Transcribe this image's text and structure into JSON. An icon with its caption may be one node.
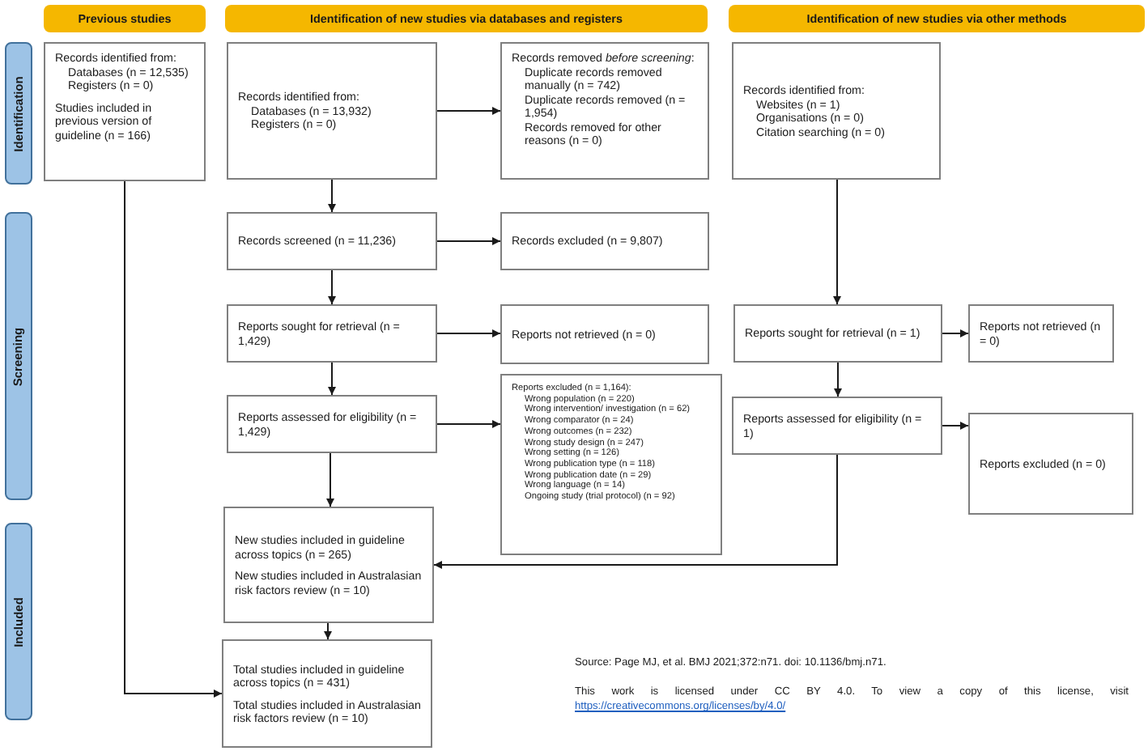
{
  "diagram": {
    "nodes": [
      {
        "text": [
          "Previous studies"
        ]
      },
      {
        "text": [
          "Identification of new studies via databases and registers"
        ]
      },
      {
        "text": [
          "Identification of new studies via other methods"
        ]
      },
      {
        "text": [
          "Identification"
        ]
      },
      {
        "text": [
          "Screening"
        ]
      },
      {
        "text": [
          "Included"
        ]
      },
      {
        "text": [
          "Records identified from:",
          "Databases (n = 12,535)",
          "Registers (n = 0)",
          "Studies included in previous version of guideline (n = 166)"
        ]
      },
      {
        "text": [
          "Records identified from:",
          "Databases (n = 13,932)",
          "Registers (n = 0)"
        ]
      },
      {
        "text": [
          "Records removed *before screening*:",
          "Duplicate records removed manually (n = 742)",
          "Duplicate records removed (n = 1,954)",
          "Records removed for other reasons (n = 0)"
        ]
      },
      {
        "text": [
          "Records identified from:",
          "Websites (n = 1)",
          "Organisations (n = 0)",
          "Citation searching (n = 0)"
        ]
      },
      {
        "text": [
          "Records screened (n = 11,236)"
        ]
      },
      {
        "text": [
          "Records excluded (n = 9,807)"
        ]
      },
      {
        "text": [
          "Reports sought for retrieval (n = 1,429)"
        ]
      },
      {
        "text": [
          "Reports not retrieved (n = 0)"
        ]
      },
      {
        "text": [
          "Reports sought for retrieval (n = 1)"
        ]
      },
      {
        "text": [
          "Reports not retrieved (n = 0)"
        ]
      },
      {
        "text": [
          "Reports assessed for eligibility (n = 1,429)"
        ]
      },
      {
        "text": [
          "Reports excluded (n = 1,164):",
          "Wrong population (n = 220)",
          "Wrong intervention/ investigation (n = 62)",
          "Wrong comparator (n = 24)",
          "Wrong outcomes (n = 232)",
          "Wrong study design (n = 247)",
          "Wrong setting (n = 126)",
          "Wrong publication type (n = 118)",
          "Wrong publication date (n = 29)",
          "Wrong language (n = 14)",
          "Ongoing study (trial protocol) (n = 92)"
        ]
      },
      {
        "text": [
          "Reports assessed for eligibility (n = 1)"
        ]
      },
      {
        "text": [
          "Reports excluded (n = 0)"
        ]
      },
      {
        "text": [
          "New studies included in guideline across topics (n = 265)",
          "New studies included in Australasian risk factors review (n = 10)"
        ]
      },
      {
        "text": [
          "Total studies included in guideline across topics (n = 431)",
          "Total studies included in Australasian risk factors review (n = 10)"
        ]
      }
    ],
    "edges": [
      {
        "from": 7,
        "to": 8,
        "arrow": "to"
      },
      {
        "from": 7,
        "to": 10,
        "arrow": "to"
      },
      {
        "from": 10,
        "to": 11,
        "arrow": "to"
      },
      {
        "from": 10,
        "to": 12,
        "arrow": "to"
      },
      {
        "from": 12,
        "to": 13,
        "arrow": "to"
      },
      {
        "from": 12,
        "to": 16,
        "arrow": "to"
      },
      {
        "from": 16,
        "to": 17,
        "arrow": "to"
      },
      {
        "from": 16,
        "to": 20,
        "arrow": "to"
      },
      {
        "from": 9,
        "to": 14,
        "arrow": "to"
      },
      {
        "from": 14,
        "to": 15,
        "arrow": "to"
      },
      {
        "from": 14,
        "to": 18,
        "arrow": "to"
      },
      {
        "from": 18,
        "to": 19,
        "arrow": "to"
      },
      {
        "from": 18,
        "to": 20,
        "arrow": "to"
      },
      {
        "from": 20,
        "to": 21,
        "arrow": "to"
      },
      {
        "from": 6,
        "to": 21,
        "arrow": "to"
      }
    ],
    "labels": [
      "Source: Page MJ, et al. BMJ 2021;372:n71. doi: 10.1136/bmj.n71.",
      "This work is licensed under CC BY 4.0. To view a copy of this license, visit",
      "https://creativecommons.org/licenses/by/4.0/"
    ]
  }
}
